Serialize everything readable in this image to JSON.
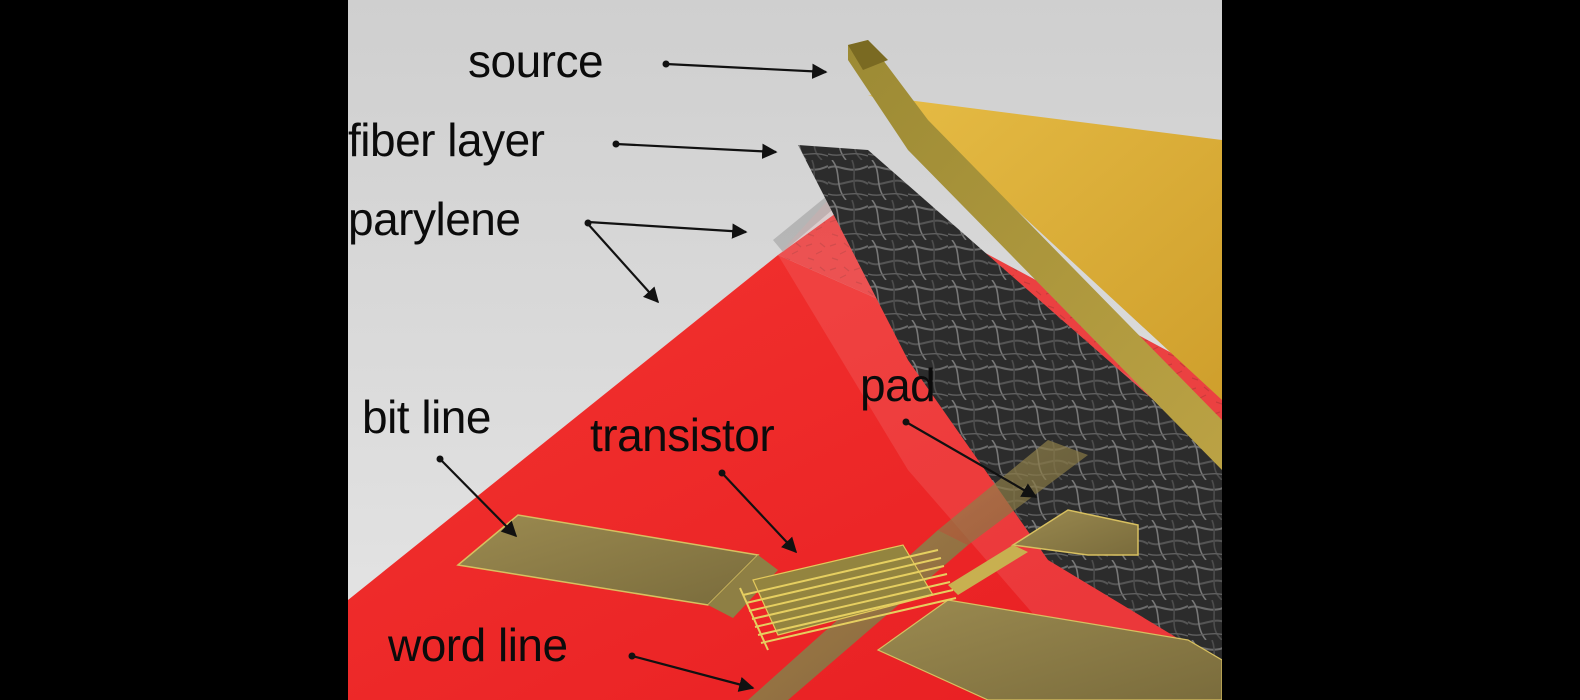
{
  "diagram": {
    "labels": {
      "source": "source",
      "fiber_layer": "fiber layer",
      "parylene": "parylene",
      "pad": "pad",
      "bit_line": "bit line",
      "transistor": "transistor",
      "word_line": "word line"
    },
    "colors": {
      "background": "#000000",
      "backdrop": "#d4d4d4",
      "substrate_red": "#f02a2a",
      "gold": "#d8ad36",
      "electrode_olive": "#8a7a42",
      "fiber_dark": "#2b2b2b",
      "text": "#0b0b0b"
    }
  }
}
